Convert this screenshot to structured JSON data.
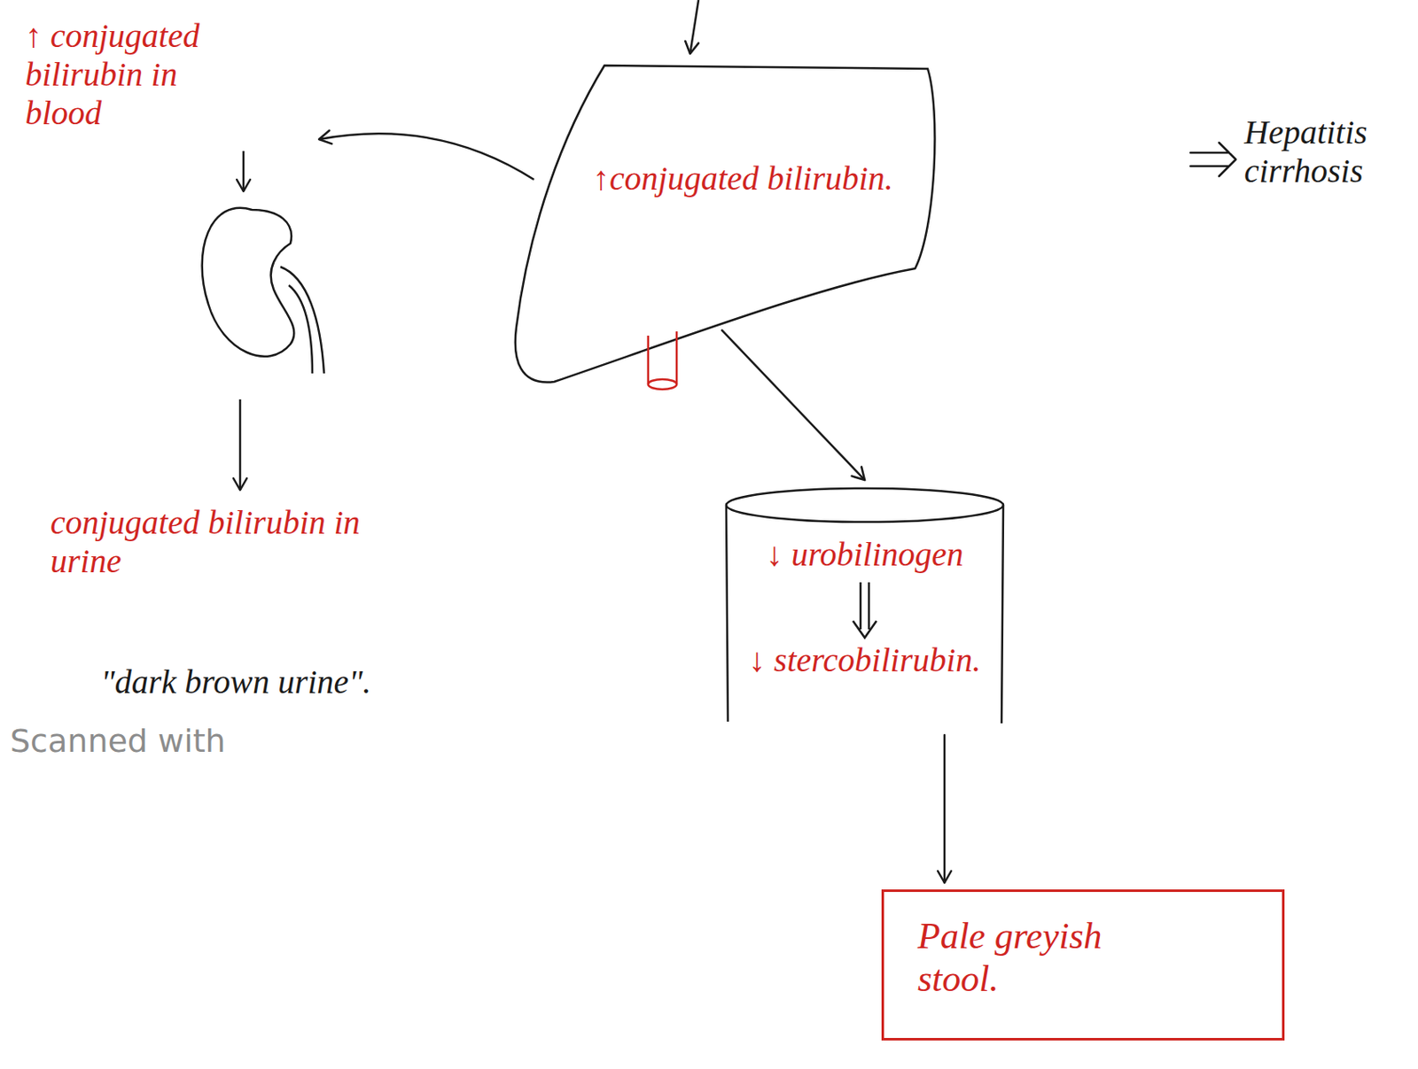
{
  "diagram": {
    "nodes": [
      {
        "text": [
          "↑conjugated bilirubin."
        ]
      },
      {
        "text": [
          "↓ urobilinogen",
          "↓ stercobilirubin."
        ]
      },
      {
        "text": [
          "Pale greyish stool."
        ]
      }
    ],
    "edges": [
      {
        "from": 0,
        "to": 1,
        "arrow": "to"
      },
      {
        "from": 1,
        "to": 2,
        "arrow": "to"
      }
    ],
    "labels": [
      "↑ conjugated bilirubin in blood",
      "conjugated bilirubin in urine",
      "\"dark brown urine\".",
      "Hepatitis cirrhosis",
      "Scanned with"
    ]
  }
}
